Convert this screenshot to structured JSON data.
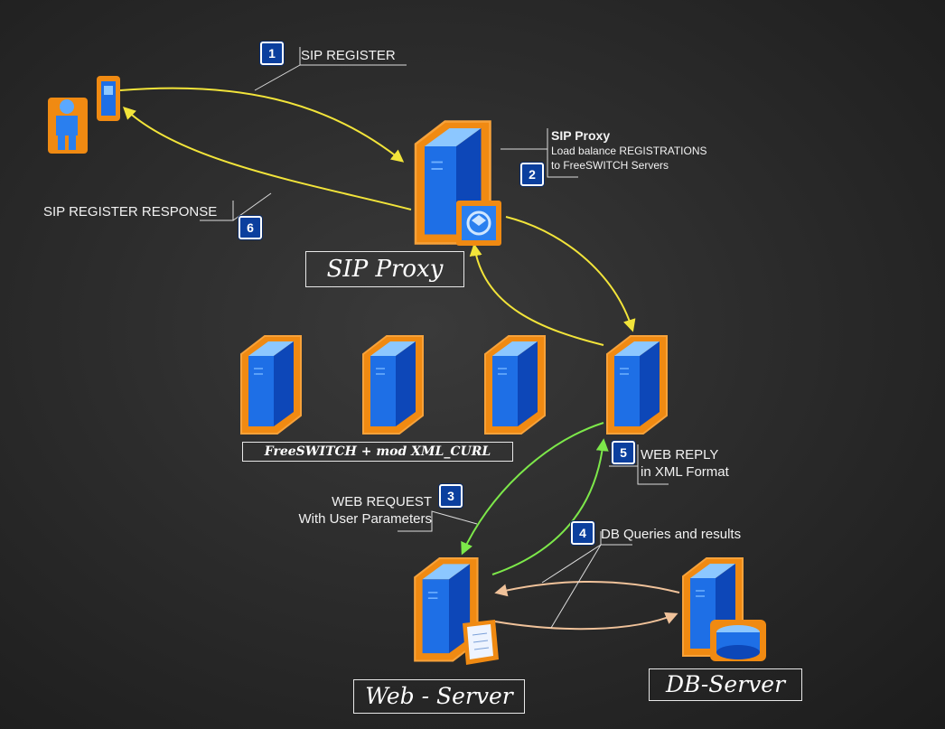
{
  "labels": {
    "sip_register": "SIP REGISTER",
    "sip_proxy_title": "SIP Proxy",
    "sip_proxy_line1": "Load balance REGISTRATIONS",
    "sip_proxy_line2": "to FreeSWITCH Servers",
    "sip_register_response": "SIP REGISTER RESPONSE",
    "web_request_line1": "WEB REQUEST",
    "web_request_line2": "With User Parameters",
    "web_reply_line1": "WEB REPLY",
    "web_reply_line2": "in XML Format",
    "db_queries": "DB Queries and results"
  },
  "badges": {
    "b1": "1",
    "b2": "2",
    "b3": "3",
    "b4": "4",
    "b5": "5",
    "b6": "6"
  },
  "boxes": {
    "sip_proxy": "SIP Proxy",
    "freeswitch": "FreeSWITCH + mod XML_CURL",
    "web_server": "Web - Server",
    "db_server": "DB-Server"
  },
  "colors": {
    "sip_arrows": "#f2e43a",
    "web_arrows": "#7de84a",
    "db_arrows": "#f0c29a",
    "server_blue": "#1e6fe6",
    "server_orange": "#f08a12"
  }
}
